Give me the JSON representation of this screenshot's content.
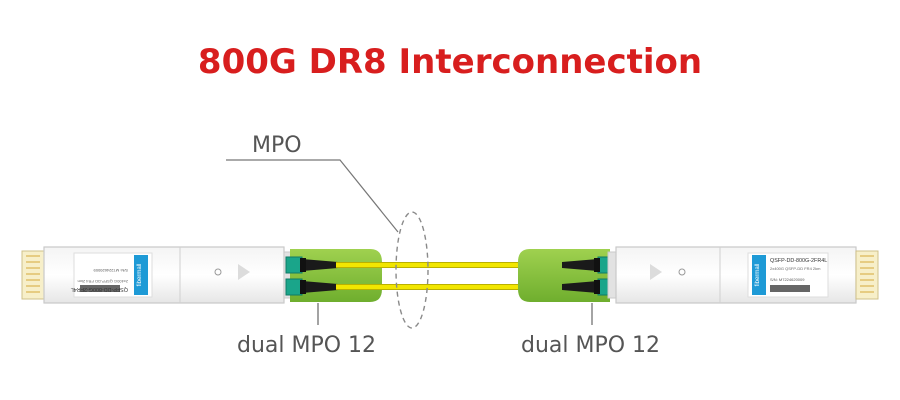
{
  "title": "800G DR8 Interconnection",
  "callouts": {
    "mpo": "MPO",
    "left_connector": "dual MPO 12",
    "right_connector": "dual MPO 12"
  },
  "modules": {
    "left": {
      "brand": "fibermall",
      "line1": "QSFP-DD-800G-2FR4L",
      "line2": "2x400G QSFP-DD FR4 2km",
      "line3": "S/N: M7224620009"
    },
    "right": {
      "brand": "fibermall",
      "line1": "QSFP-DD-800G-2FR4L",
      "line2": "2x400G QSFP-DD FR4 2km",
      "line3": "S/N: M7224620009"
    }
  },
  "colors": {
    "title": "#d81e1e",
    "cable": "#f2e600",
    "boot": "#8cc63f",
    "connector": "#1aa58a",
    "label_badge": "#1e9ad6",
    "callout_text": "#555555"
  }
}
